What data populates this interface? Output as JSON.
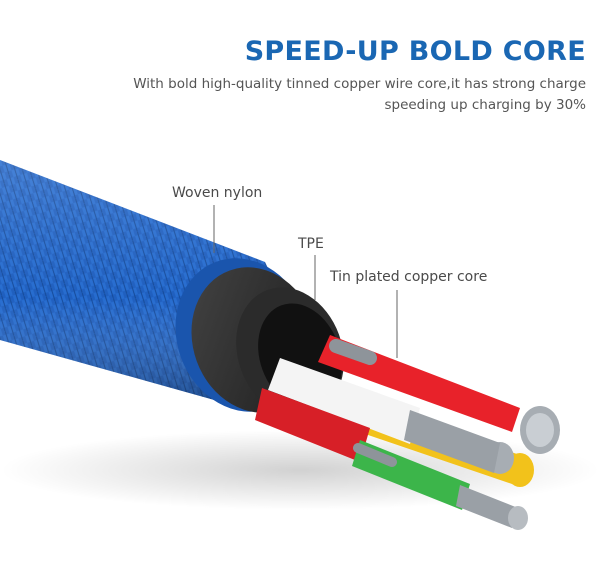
{
  "header": {
    "title": "SPEED-UP BOLD CORE",
    "description_line1": "With bold high-quality tinned copper wire core,it has strong charge",
    "description_line2": "speeding up charging by 30%"
  },
  "callouts": {
    "woven_nylon": "Woven nylon",
    "tpe": "TPE",
    "copper_core": "Tin plated copper core"
  },
  "colors": {
    "title_blue": "#1a67b3",
    "nylon_blue": "#1f5fbf",
    "tpe_black": "#2b2b2b",
    "wire_red": "#e8222a",
    "wire_white": "#f4f4f4",
    "wire_yellow": "#f2c21b",
    "wire_green": "#3cb54a",
    "copper_strand": "#9aa0a6"
  }
}
